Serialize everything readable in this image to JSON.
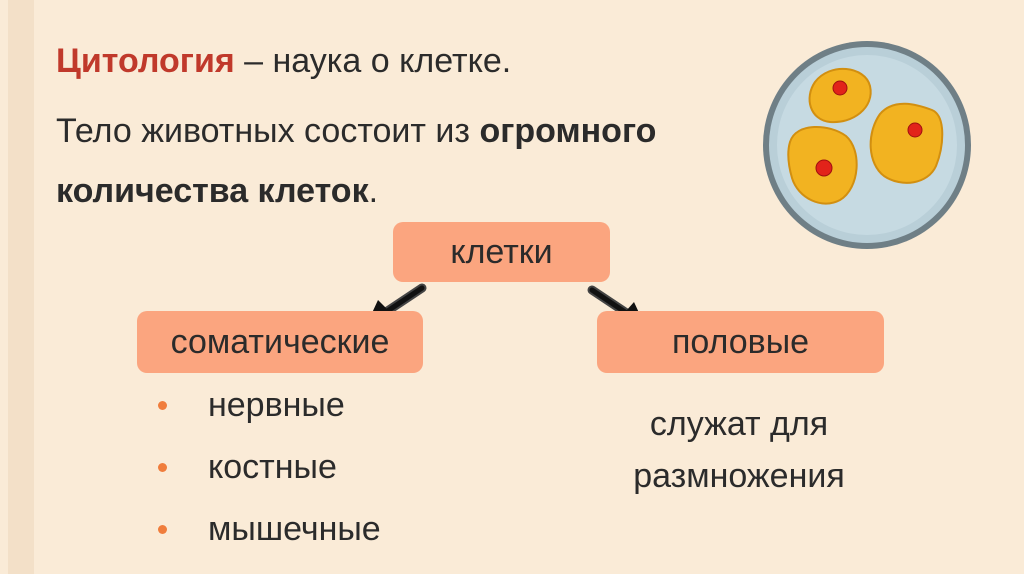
{
  "title_term": "Цитология",
  "title_rest": " – наука о клетке.",
  "sentence_part1": "Тело животных состоит из ",
  "sentence_bold1": "огромного",
  "sentence_bold2": "количества клеток",
  "sentence_end": ".",
  "diagram": {
    "root": "клетки",
    "left_branch": "соматические",
    "right_branch": "половые",
    "left_items": [
      "нервные",
      "костные",
      "мышечные"
    ],
    "right_note_line1": "служат для",
    "right_note_line2": "размножения"
  },
  "colors": {
    "background": "#faebd7",
    "term": "#c0392b",
    "box": "#fba57f",
    "bullet": "#f07d3c"
  }
}
